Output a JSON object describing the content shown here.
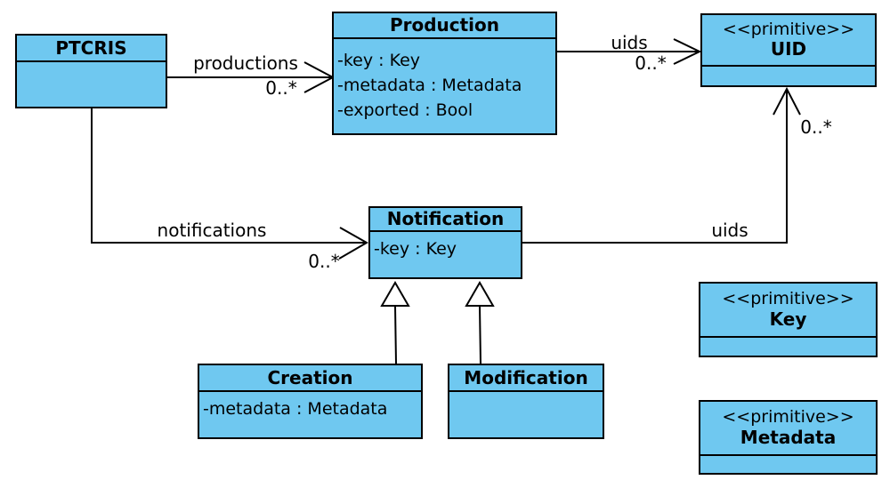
{
  "diagram": {
    "colors": {
      "node_fill": "#6FC8F0",
      "node_border": "#000000",
      "edge": "#000000",
      "background": "#FFFFFF"
    }
  },
  "classes": {
    "ptcris": {
      "name": "PTCRIS"
    },
    "production": {
      "name": "Production",
      "attributes": [
        "-key : Key",
        "-metadata : Metadata",
        "-exported : Bool"
      ]
    },
    "uid": {
      "stereotype": "<<primitive>>",
      "name": "UID"
    },
    "notification": {
      "name": "Notification",
      "attributes": [
        "-key : Key"
      ]
    },
    "creation": {
      "name": "Creation",
      "attributes": [
        "-metadata : Metadata"
      ]
    },
    "modification": {
      "name": "Modification"
    },
    "key": {
      "stereotype": "<<primitive>>",
      "name": "Key"
    },
    "metadata": {
      "stereotype": "<<primitive>>",
      "name": "Metadata"
    }
  },
  "edges": {
    "productions": {
      "label": "productions",
      "multiplicity": "0..*"
    },
    "production_uids": {
      "label": "uids",
      "multiplicity": "0..*"
    },
    "notifications": {
      "label": "notifications",
      "multiplicity": "0..*"
    },
    "notification_uids": {
      "label": "uids",
      "multiplicity": "0..*"
    }
  }
}
